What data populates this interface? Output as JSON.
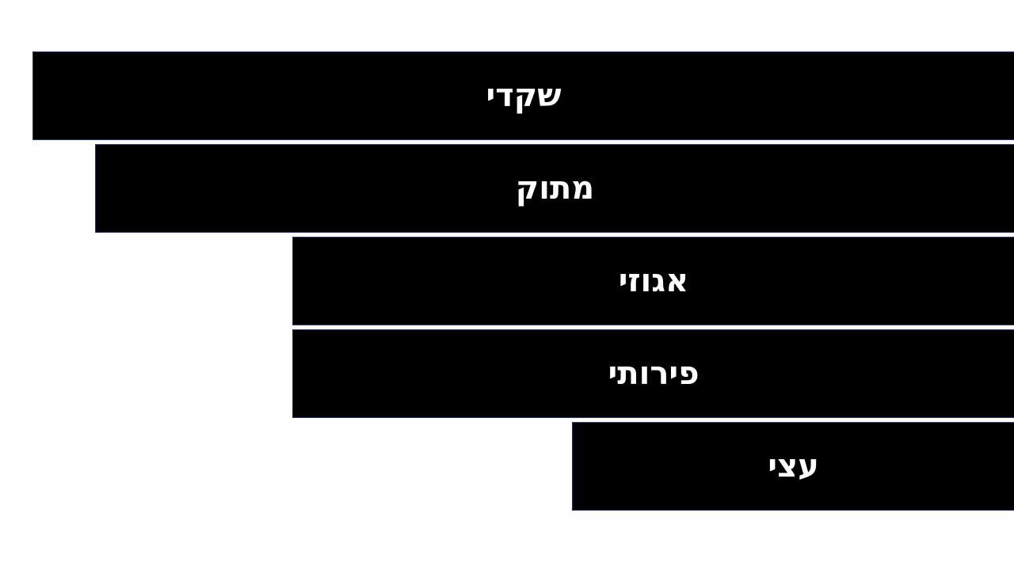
{
  "funnel": {
    "levels": [
      {
        "label": "שקדי"
      },
      {
        "label": "מתוק"
      },
      {
        "label": "אגוזי"
      },
      {
        "label": "פירותי"
      },
      {
        "label": "עצי"
      }
    ],
    "bar_color": "#000000",
    "text_color": "#ffffff"
  }
}
